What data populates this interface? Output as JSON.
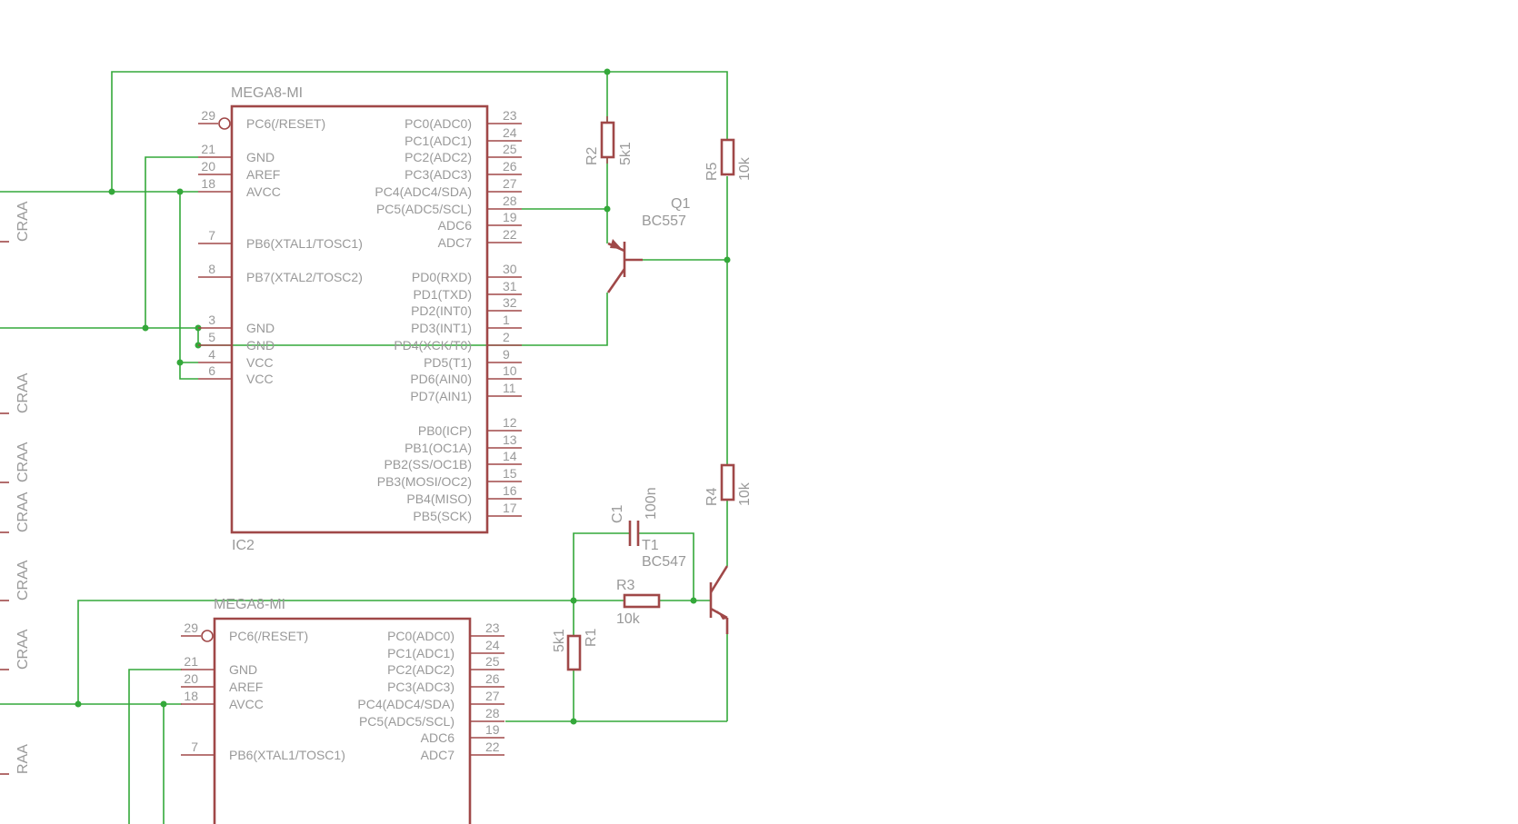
{
  "ic_upper": {
    "device": "MEGA8-MI",
    "name": "IC2",
    "left_pins": [
      {
        "num": "29",
        "label": "PC6(/RESET)"
      },
      {
        "num": "21",
        "label": "GND"
      },
      {
        "num": "20",
        "label": "AREF"
      },
      {
        "num": "18",
        "label": "AVCC"
      },
      {
        "num": "7",
        "label": "PB6(XTAL1/TOSC1)"
      },
      {
        "num": "8",
        "label": "PB7(XTAL2/TOSC2)"
      },
      {
        "num": "3",
        "label": "GND"
      },
      {
        "num": "5",
        "label": "GND"
      },
      {
        "num": "4",
        "label": "VCC"
      },
      {
        "num": "6",
        "label": "VCC"
      }
    ],
    "right_pins": [
      {
        "num": "23",
        "label": "PC0(ADC0)"
      },
      {
        "num": "24",
        "label": "PC1(ADC1)"
      },
      {
        "num": "25",
        "label": "PC2(ADC2)"
      },
      {
        "num": "26",
        "label": "PC3(ADC3)"
      },
      {
        "num": "27",
        "label": "PC4(ADC4/SDA)"
      },
      {
        "num": "28",
        "label": "PC5(ADC5/SCL)"
      },
      {
        "num": "19",
        "label": "ADC6"
      },
      {
        "num": "22",
        "label": "ADC7"
      },
      {
        "num": "30",
        "label": "PD0(RXD)"
      },
      {
        "num": "31",
        "label": "PD1(TXD)"
      },
      {
        "num": "32",
        "label": "PD2(INT0)"
      },
      {
        "num": "1",
        "label": "PD3(INT1)"
      },
      {
        "num": "2",
        "label": "PD4(XCK/T0)"
      },
      {
        "num": "9",
        "label": "PD5(T1)"
      },
      {
        "num": "10",
        "label": "PD6(AIN0)"
      },
      {
        "num": "11",
        "label": "PD7(AIN1)"
      },
      {
        "num": "12",
        "label": "PB0(ICP)"
      },
      {
        "num": "13",
        "label": "PB1(OC1A)"
      },
      {
        "num": "14",
        "label": "PB2(SS/OC1B)"
      },
      {
        "num": "15",
        "label": "PB3(MOSI/OC2)"
      },
      {
        "num": "16",
        "label": "PB4(MISO)"
      },
      {
        "num": "17",
        "label": "PB5(SCK)"
      }
    ]
  },
  "ic_lower": {
    "device": "MEGA8-MI",
    "left_pins": [
      {
        "num": "29",
        "label": "PC6(/RESET)"
      },
      {
        "num": "21",
        "label": "GND"
      },
      {
        "num": "20",
        "label": "AREF"
      },
      {
        "num": "18",
        "label": "AVCC"
      },
      {
        "num": "7",
        "label": "PB6(XTAL1/TOSC1)"
      }
    ],
    "right_pins": [
      {
        "num": "23",
        "label": "PC0(ADC0)"
      },
      {
        "num": "24",
        "label": "PC1(ADC1)"
      },
      {
        "num": "25",
        "label": "PC2(ADC2)"
      },
      {
        "num": "26",
        "label": "PC3(ADC3)"
      },
      {
        "num": "27",
        "label": "PC4(ADC4/SDA)"
      },
      {
        "num": "28",
        "label": "PC5(ADC5/SCL)"
      },
      {
        "num": "19",
        "label": "ADC6"
      },
      {
        "num": "22",
        "label": "ADC7"
      }
    ]
  },
  "components": {
    "r2": {
      "name": "R2",
      "value": "5k1"
    },
    "r5": {
      "name": "R5",
      "value": "10k"
    },
    "r4": {
      "name": "R4",
      "value": "10k"
    },
    "r3": {
      "name": "R3",
      "value": "10k"
    },
    "r1": {
      "name": "R1",
      "value": "5k1"
    },
    "c1": {
      "name": "C1",
      "value": "100n"
    },
    "q1": {
      "name": "Q1",
      "value": "BC557"
    },
    "t1": {
      "name": "T1",
      "value": "BC547"
    }
  },
  "edge_labels": [
    "CRAA",
    "CRAA",
    "CRAA",
    "CRAA",
    "CRAA",
    "CRAA",
    "RAA"
  ],
  "colors": {
    "wire": "#34a83a",
    "part": "#a04848",
    "text": "#999999",
    "background": "#ffffff"
  }
}
